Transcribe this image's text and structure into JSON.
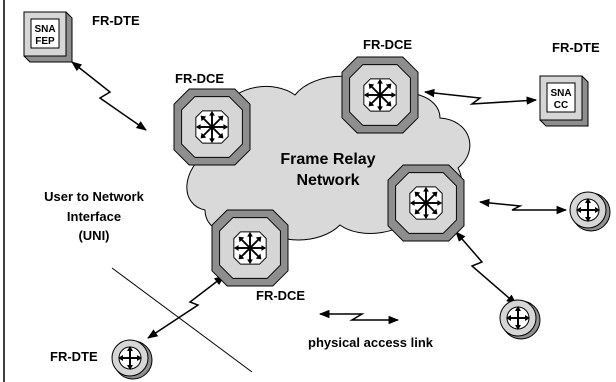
{
  "labels": {
    "fr_dte_top_left": "FR-DTE",
    "fr_dce_left": "FR-DCE",
    "fr_dce_top": "FR-DCE",
    "fr_dte_top_right": "FR-DTE",
    "cloud_line1": "Frame Relay",
    "cloud_line2": "Network",
    "uni_line1": "User to Network",
    "uni_line2": "Interface",
    "uni_line3": "(UNI)",
    "fr_dce_bottom": "FR-DCE",
    "fr_dte_bottom_left": "FR-DTE",
    "legend_physical_link": "physical access link"
  },
  "devices": {
    "sna_fep": {
      "line1": "SNA",
      "line2": "FEP"
    },
    "sna_cc": {
      "line1": "SNA",
      "line2": "CC"
    }
  },
  "colors": {
    "device_fill": "#d6d6d6",
    "device_dark": "#8e8e8e",
    "cloud_fill": "#d9d9d9",
    "stroke": "#000000"
  }
}
